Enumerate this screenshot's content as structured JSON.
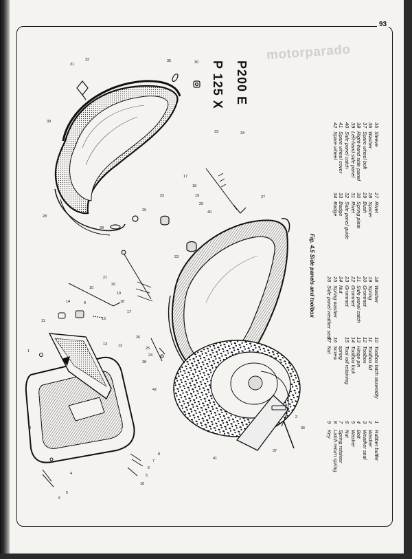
{
  "page_number": "93",
  "watermark": "motorparado",
  "models": {
    "p125x": "P 125 X",
    "p200e": "P200 E"
  },
  "caption": "Fig. 4.5 Side panels and toolbox",
  "legend": {
    "col1": [
      {
        "n": "1",
        "t": "Rubber buffer"
      },
      {
        "n": "2",
        "t": "Washer"
      },
      {
        "n": "3",
        "t": "Weather seal"
      },
      {
        "n": "4",
        "t": "Bolt"
      },
      {
        "n": "5",
        "t": "Washer"
      },
      {
        "n": "6",
        "t": "Nut"
      },
      {
        "n": "7",
        "t": "Spring retainer"
      },
      {
        "n": "8",
        "t": "Latch return spring"
      },
      {
        "n": "9",
        "t": "Key"
      }
    ],
    "col2": [
      {
        "n": "10",
        "t": "Toolbox latch assembly"
      },
      {
        "n": "11",
        "t": "Toolbox lid"
      },
      {
        "n": "12",
        "t": "Toolbox"
      },
      {
        "n": "13",
        "t": "Hinge pin"
      },
      {
        "n": "14",
        "t": "Toolbox lock"
      },
      {
        "n": "15",
        "t": "Tool roll retaining"
      },
      {
        "n": "",
        "t": "spring"
      },
      {
        "n": "16",
        "t": "Screw"
      },
      {
        "n": "17",
        "t": "Nut"
      }
    ],
    "col3": [
      {
        "n": "18",
        "t": "Washer"
      },
      {
        "n": "19",
        "t": "Spring"
      },
      {
        "n": "20",
        "t": "Grommet"
      },
      {
        "n": "21",
        "t": "Side panel catch"
      },
      {
        "n": "22",
        "t": "Grommet"
      },
      {
        "n": "23",
        "t": "Grommet"
      },
      {
        "n": "24",
        "t": "Nut"
      },
      {
        "n": "25",
        "t": "Spring washer"
      },
      {
        "n": "26",
        "t": "Side panel weather seal"
      }
    ],
    "col4": [
      {
        "n": "27",
        "t": "Rivet"
      },
      {
        "n": "28",
        "t": "Spacer"
      },
      {
        "n": "29",
        "t": "Bush"
      },
      {
        "n": "30",
        "t": "Spring plate"
      },
      {
        "n": "31",
        "t": "Rivet"
      },
      {
        "n": "32",
        "t": "Side panel guide"
      },
      {
        "n": "33",
        "t": "Badge"
      },
      {
        "n": "34",
        "t": "Badge"
      }
    ],
    "col5": [
      {
        "n": "35",
        "t": "Sleeve"
      },
      {
        "n": "36",
        "t": "Washer"
      },
      {
        "n": "37",
        "t": "Spare wheel bolt"
      },
      {
        "n": "38",
        "t": "Right-hand side panel"
      },
      {
        "n": "39",
        "t": "Left-hand side panel"
      },
      {
        "n": "40",
        "t": "Side panel catch"
      },
      {
        "n": "41",
        "t": "Spare wheel cover"
      },
      {
        "n": "42",
        "t": "Spare wheel"
      }
    ]
  },
  "callouts": [
    "1",
    "2",
    "3",
    "4",
    "5",
    "6",
    "7",
    "8",
    "9",
    "10",
    "11",
    "12",
    "13",
    "14",
    "15",
    "16",
    "17",
    "18",
    "19",
    "20",
    "21",
    "22",
    "23",
    "24",
    "25",
    "26",
    "27",
    "28",
    "29",
    "30",
    "31",
    "32",
    "33",
    "34",
    "35",
    "36",
    "37",
    "38",
    "39",
    "40",
    "41",
    "42"
  ]
}
